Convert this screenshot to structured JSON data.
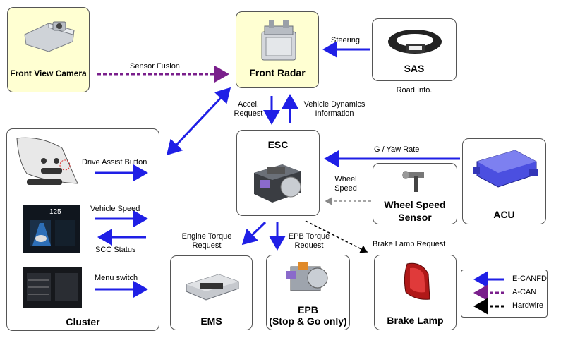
{
  "nodes": {
    "front_view_camera": "Front View Camera",
    "front_radar": "Front Radar",
    "sas": "SAS",
    "sas_sub": "Road Info.",
    "esc": "ESC",
    "wheel_speed_sensor_line1": "Wheel Speed",
    "wheel_speed_sensor_line2": "Sensor",
    "acu": "ACU",
    "cluster": "Cluster",
    "ems": "EMS",
    "epb_line1": "EPB",
    "epb_line2": "(Stop & Go only)",
    "brake_lamp": "Brake Lamp"
  },
  "signals": {
    "sensor_fusion": "Sensor Fusion",
    "steering": "Steering",
    "accel_request_1": "Accel.",
    "accel_request_2": "Request",
    "vehicle_dynamics_1": "Vehicle Dynamics",
    "vehicle_dynamics_2": "Information",
    "g_yaw_rate": "G / Yaw Rate",
    "wheel_speed_1": "Wheel",
    "wheel_speed_2": "Speed",
    "drive_assist_button": "Drive Assist Button",
    "vehicle_speed": "Vehicle Speed",
    "scc_status": "SCC Status",
    "menu_switch": "Menu switch",
    "engine_torque_1": "Engine Torque",
    "engine_torque_2": "Request",
    "epb_torque_1": "EPB Torque",
    "epb_torque_2": "Request",
    "brake_lamp_request": "Brake Lamp Request"
  },
  "legend": {
    "e_canfd": "E-CANFD",
    "a_can": "A-CAN",
    "hardwire": "Hardwire"
  },
  "cluster_screen": {
    "speed_readout": "125"
  },
  "colors": {
    "e_canfd": "#1f1fe6",
    "a_can": "#7a1f8c",
    "hardwire": "#000000",
    "highlight_box": "#ffffd2"
  }
}
